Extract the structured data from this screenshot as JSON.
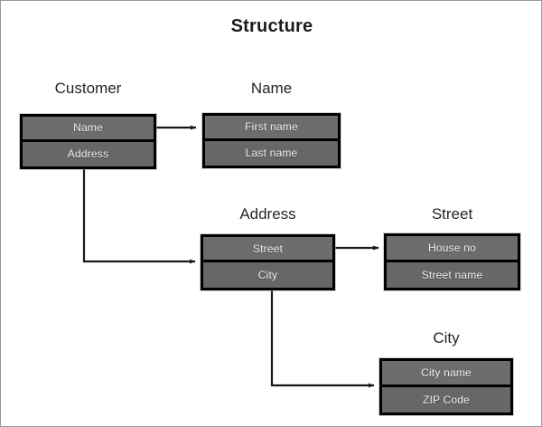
{
  "diagram": {
    "title": "Structure",
    "type": "hierarchical-data-structure",
    "background_color": "#ffffff",
    "box_fill_color": "#6a6a6a",
    "box_border_color": "#000000",
    "row_text_color": "#ededed",
    "label_text_color": "#262626",
    "connector_color": "#1a1a1a"
  },
  "entities": [
    {
      "label": "Customer",
      "rows": [
        "Name",
        "Address"
      ]
    },
    {
      "label": "Name",
      "rows": [
        "First name",
        "Last name"
      ]
    },
    {
      "label": "Address",
      "rows": [
        "Street",
        "City"
      ]
    },
    {
      "label": "Street",
      "rows": [
        "House no",
        "Street name"
      ]
    },
    {
      "label": "City",
      "rows": [
        "City name",
        "ZIP Code"
      ]
    }
  ],
  "connections": [
    {
      "from": "Customer.Name",
      "to": "Name"
    },
    {
      "from": "Customer.Address",
      "to": "Address"
    },
    {
      "from": "Address.Street",
      "to": "Street"
    },
    {
      "from": "Address.City",
      "to": "City"
    }
  ]
}
